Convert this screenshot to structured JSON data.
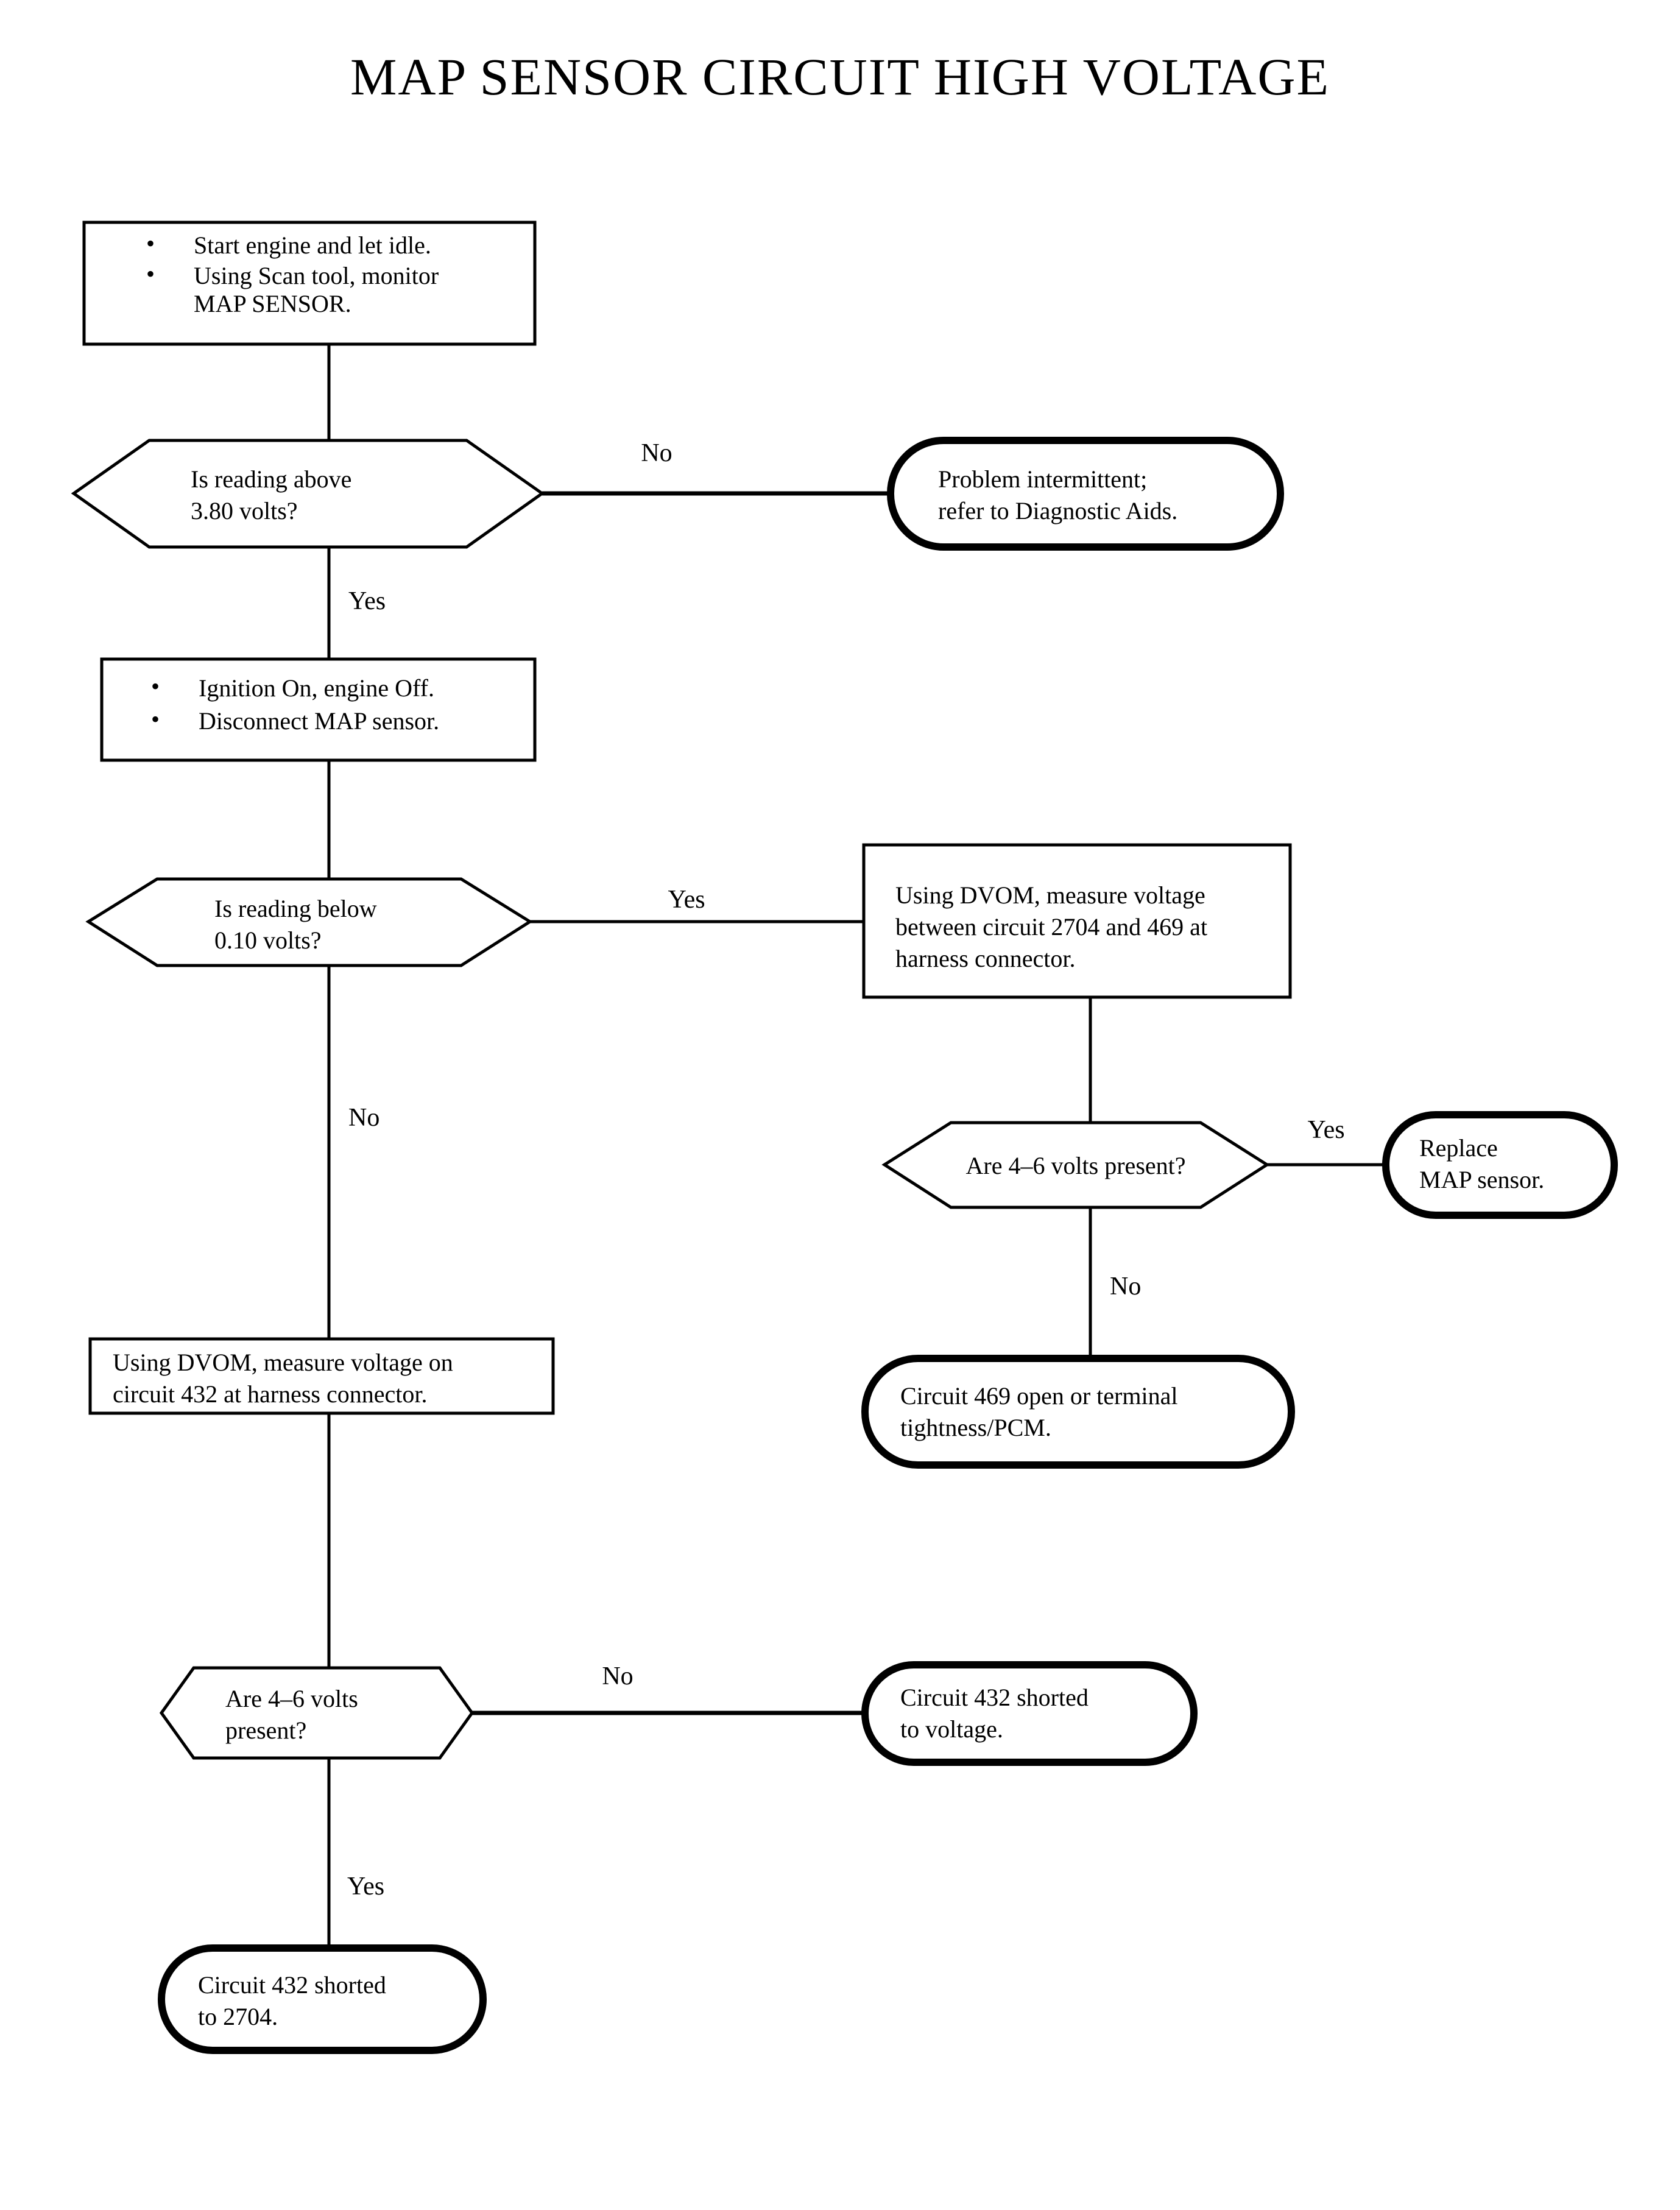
{
  "document": {
    "title": "MAP SENSOR CIRCUIT HIGH VOLTAGE",
    "page_background": "#ffffff",
    "ink_color": "#000000"
  },
  "chart_data": {
    "type": "diagram",
    "subtype": "flowchart",
    "title": "MAP SENSOR CIRCUIT HIGH VOLTAGE",
    "orientation": "top-to-bottom",
    "node_shapes": {
      "process": "rectangle",
      "decision": "hexagon",
      "terminal": "stadium"
    },
    "nodes": [
      {
        "id": "n1",
        "shape": "process",
        "bullets": [
          "Start engine and let idle.",
          "Using Scan tool, monitor MAP SENSOR."
        ],
        "lines": [
          "Start engine and let idle.",
          "Using Scan tool, monitor",
          "MAP SENSOR."
        ]
      },
      {
        "id": "n2",
        "shape": "decision",
        "lines": [
          "Is reading above",
          "3.80 volts?"
        ]
      },
      {
        "id": "n3",
        "shape": "terminal",
        "lines": [
          "Problem intermittent;",
          "refer to Diagnostic Aids."
        ]
      },
      {
        "id": "n4",
        "shape": "process",
        "bullets": [
          "Ignition On, engine Off.",
          "Disconnect MAP sensor."
        ],
        "lines": [
          "Ignition On, engine Off.",
          "Disconnect MAP sensor."
        ]
      },
      {
        "id": "n5",
        "shape": "decision",
        "lines": [
          "Is reading below",
          "0.10 volts?"
        ]
      },
      {
        "id": "n6",
        "shape": "process",
        "lines": [
          "Using DVOM, measure voltage",
          "between circuit 2704 and 469 at",
          "harness connector."
        ]
      },
      {
        "id": "n7",
        "shape": "decision",
        "lines": [
          "Are 4–6 volts present?"
        ]
      },
      {
        "id": "n8",
        "shape": "terminal",
        "lines": [
          "Replace",
          "MAP sensor."
        ]
      },
      {
        "id": "n9",
        "shape": "terminal",
        "lines": [
          "Circuit 469 open or terminal",
          "tightness/PCM."
        ]
      },
      {
        "id": "n10",
        "shape": "process",
        "lines": [
          "Using DVOM, measure voltage on",
          "circuit 432 at harness connector."
        ]
      },
      {
        "id": "n11",
        "shape": "decision",
        "lines": [
          "Are 4–6 volts",
          "present?"
        ]
      },
      {
        "id": "n12",
        "shape": "terminal",
        "lines": [
          "Circuit 432 shorted",
          "to voltage."
        ]
      },
      {
        "id": "n13",
        "shape": "terminal",
        "lines": [
          "Circuit 432 shorted",
          "to 2704."
        ]
      }
    ],
    "edges": [
      {
        "from": "n1",
        "to": "n2",
        "label": ""
      },
      {
        "from": "n2",
        "to": "n3",
        "label": "No"
      },
      {
        "from": "n2",
        "to": "n4",
        "label": "Yes"
      },
      {
        "from": "n4",
        "to": "n5",
        "label": ""
      },
      {
        "from": "n5",
        "to": "n6",
        "label": "Yes"
      },
      {
        "from": "n5",
        "to": "n10",
        "label": "No"
      },
      {
        "from": "n6",
        "to": "n7",
        "label": ""
      },
      {
        "from": "n7",
        "to": "n8",
        "label": "Yes"
      },
      {
        "from": "n7",
        "to": "n9",
        "label": "No"
      },
      {
        "from": "n10",
        "to": "n11",
        "label": ""
      },
      {
        "from": "n11",
        "to": "n12",
        "label": "No"
      },
      {
        "from": "n11",
        "to": "n13",
        "label": "Yes"
      }
    ],
    "edge_labels": {
      "e_n2_no": "No",
      "e_n2_yes": "Yes",
      "e_n5_yes": "Yes",
      "e_n5_no": "No",
      "e_n7_yes": "Yes",
      "e_n7_no": "No",
      "e_n11_no": "No",
      "e_n11_yes": "Yes"
    }
  },
  "bullet": "•",
  "nodes": {
    "n1": {
      "line1": "Start engine and let idle.",
      "line2": "Using Scan tool, monitor",
      "line3": "MAP SENSOR."
    },
    "n2": {
      "line1": "Is reading above",
      "line2": "3.80 volts?"
    },
    "n3": {
      "line1": "Problem intermittent;",
      "line2": "refer to Diagnostic Aids."
    },
    "n4": {
      "line1": "Ignition On, engine Off.",
      "line2": "Disconnect MAP sensor."
    },
    "n5": {
      "line1": "Is reading below",
      "line2": "0.10 volts?"
    },
    "n6": {
      "line1": "Using DVOM, measure voltage",
      "line2": "between circuit 2704 and 469 at",
      "line3": "harness connector."
    },
    "n7": {
      "line1": "Are 4–6 volts present?"
    },
    "n8": {
      "line1": "Replace",
      "line2": "MAP sensor."
    },
    "n9": {
      "line1": "Circuit 469 open or terminal",
      "line2": "tightness/PCM."
    },
    "n10": {
      "line1": "Using DVOM, measure voltage on",
      "line2": "circuit 432 at harness connector."
    },
    "n11": {
      "line1": "Are 4–6 volts",
      "line2": "present?"
    },
    "n12": {
      "line1": "Circuit 432 shorted",
      "line2": "to voltage."
    },
    "n13": {
      "line1": "Circuit 432 shorted",
      "line2": "to 2704."
    }
  },
  "labels": {
    "n2_no": "No",
    "n2_yes": "Yes",
    "n5_yes": "Yes",
    "n5_no": "No",
    "n7_yes": "Yes",
    "n7_no": "No",
    "n11_no": "No",
    "n11_yes": "Yes"
  }
}
